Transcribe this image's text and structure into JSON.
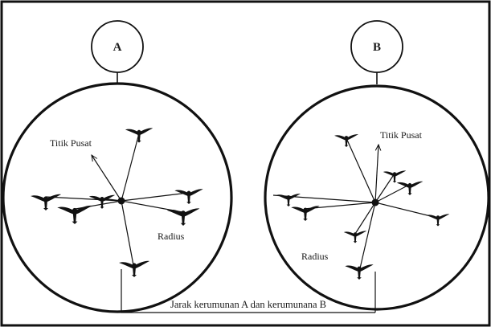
{
  "clusters": [
    {
      "label": "A"
    },
    {
      "label": "B"
    }
  ],
  "labels": {
    "center_a": "Titik Pusat",
    "center_b": "Titik Pusat",
    "radius_a": "Radius",
    "radius_b": "Radius",
    "distance": "Jarak kerumunan A dan kerumunana B"
  },
  "colors": {
    "stroke": "#111111",
    "background": "#ffffff"
  },
  "icons": {
    "bird": "flying-bird-icon"
  }
}
